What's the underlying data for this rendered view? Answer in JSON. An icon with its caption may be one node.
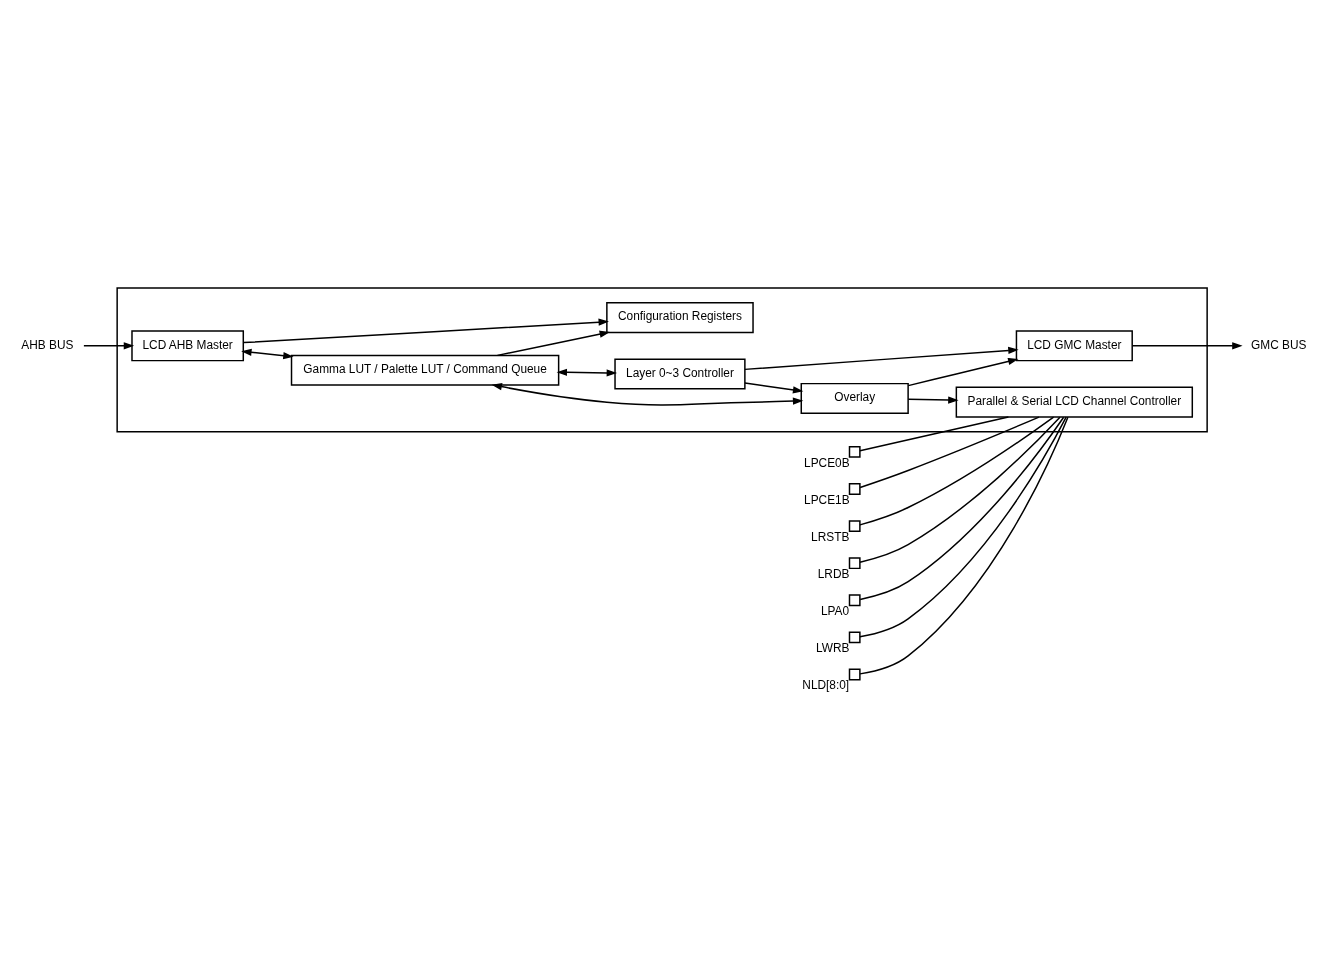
{
  "diagram": {
    "nodes": [
      {
        "text": [],
        "shape": "box"
      },
      {
        "text": [
          "LCD GMC Master"
        ],
        "in": 0
      },
      {
        "text": [
          "Parallel & Serial LCD Channel Controller"
        ],
        "in": 0
      },
      {
        "text": [
          "Overlay"
        ],
        "in": 0
      },
      {
        "text": [
          "Layer 0~3 Controller"
        ],
        "in": 0
      },
      {
        "text": [
          "LCD AHB Master"
        ],
        "in": 0
      },
      {
        "text": [
          "Gamma LUT / Palette LUT / Command Queue"
        ],
        "in": 0
      },
      {
        "text": [
          "Configuration Registers"
        ],
        "in": 0
      },
      {
        "text": [
          "GMC BUS"
        ]
      },
      {
        "text": [
          "AHB BUS"
        ]
      },
      {
        "text": [],
        "shape": "box",
        "beside": [
          "LPCE0B"
        ]
      },
      {
        "text": [],
        "shape": "box",
        "beside": [
          "LPCE1B"
        ]
      },
      {
        "text": [],
        "shape": "box",
        "beside": [
          "LRSTB"
        ]
      },
      {
        "text": [],
        "shape": "box",
        "beside": [
          "LRDB"
        ]
      },
      {
        "text": [],
        "shape": "box",
        "beside": [
          "LPA0"
        ]
      },
      {
        "text": [],
        "shape": "box",
        "beside": [
          "LWRB"
        ]
      },
      {
        "text": [],
        "shape": "box",
        "beside": [
          "NLD[8:0]"
        ]
      }
    ],
    "edges": [
      {
        "from": 1,
        "to": 8,
        "arrow": "to"
      },
      {
        "from": 4,
        "to": 1,
        "arrow": "to"
      },
      {
        "from": 3,
        "to": 1,
        "arrow": "to"
      },
      {
        "from": 4,
        "to": 3,
        "arrow": "to"
      },
      {
        "from": 3,
        "to": 2,
        "arrow": "to"
      },
      {
        "from": 6,
        "to": 3,
        "arrow": "both"
      },
      {
        "from": 6,
        "to": 4,
        "arrow": "both"
      },
      {
        "from": 9,
        "to": 5,
        "arrow": "to"
      },
      {
        "from": 5,
        "to": 6,
        "arrow": "both"
      },
      {
        "from": 5,
        "to": 7,
        "arrow": "to"
      },
      {
        "from": 6,
        "to": 7,
        "arrow": "to"
      },
      {
        "from": 10,
        "to": 2,
        "arrow": "none"
      },
      {
        "from": 11,
        "to": 2,
        "arrow": "none"
      },
      {
        "from": 12,
        "to": 2,
        "arrow": "none"
      },
      {
        "from": 13,
        "to": 2,
        "arrow": "none"
      },
      {
        "from": 14,
        "to": 2,
        "arrow": "none"
      },
      {
        "from": 15,
        "to": 2,
        "arrow": "none"
      },
      {
        "from": 16,
        "to": 2,
        "arrow": "none"
      }
    ]
  }
}
